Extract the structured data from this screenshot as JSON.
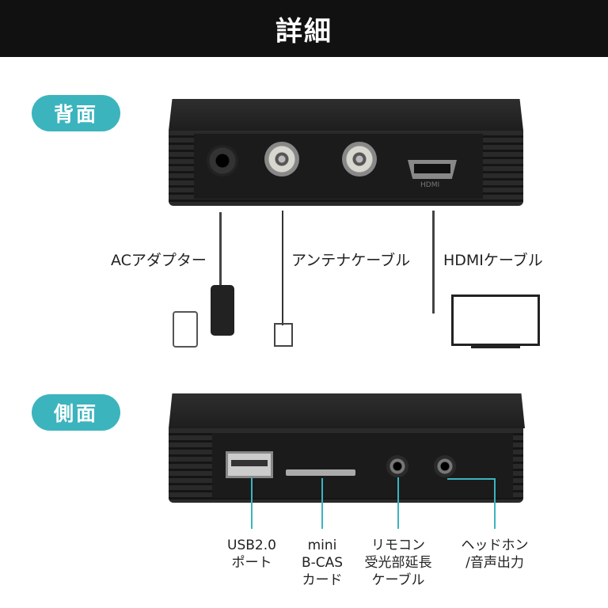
{
  "header": {
    "title": "詳細"
  },
  "back": {
    "pill": "背面",
    "device_port_label": "HDMI",
    "ac_label": "ACアダプター",
    "antenna_label": "アンテナケーブル",
    "hdmi_label": "HDMIケーブル"
  },
  "side": {
    "pill": "側面",
    "callouts": [
      {
        "lines": [
          "USB2.0",
          "ポート"
        ]
      },
      {
        "lines": [
          "mini",
          "B-CAS",
          "カード"
        ]
      },
      {
        "lines": [
          "リモコン",
          "受光部延長",
          "ケーブル"
        ]
      },
      {
        "lines": [
          "ヘッドホン",
          "/音声出力"
        ]
      }
    ]
  },
  "colors": {
    "accent": "#3cb4be",
    "header": "#111111"
  }
}
